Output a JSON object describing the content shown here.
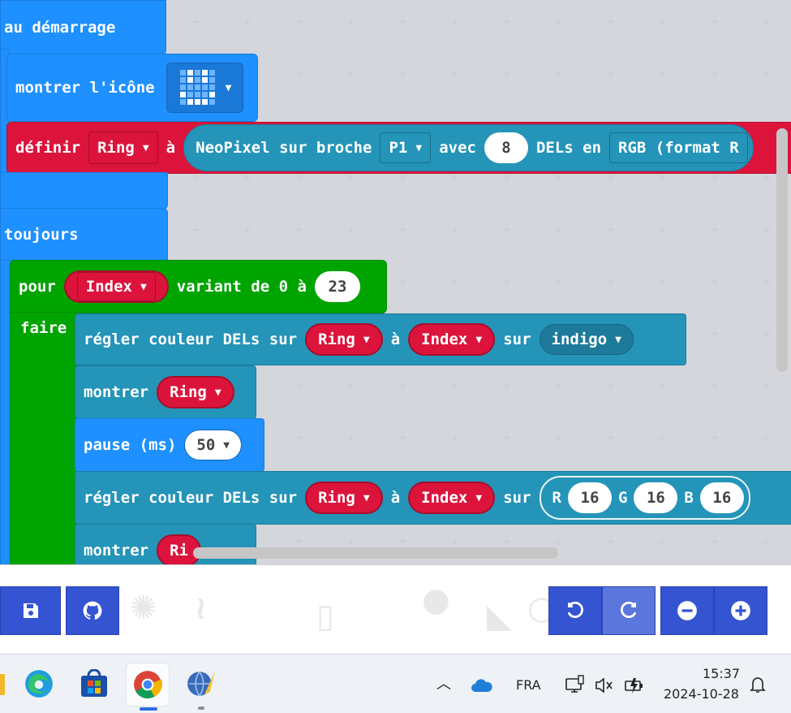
{
  "blocks": {
    "on_start": "au démarrage",
    "show_icon": "montrer l'icône",
    "set_label": "définir",
    "ring_var": "Ring",
    "a": "à",
    "neopixel": "NeoPixel sur broche",
    "pin": "P1",
    "with": "avec",
    "led_count": "8",
    "leds_in": "DELs en",
    "format": "RGB (format R",
    "forever": "toujours",
    "for": "pour",
    "index_var": "Index",
    "from": "variant de 0 à",
    "to_value": "23",
    "do": "faire",
    "set_pixel": "régler couleur DELs sur",
    "on": "sur",
    "color_indigo": "indigo",
    "show": "montrer",
    "pause": "pause (ms)",
    "pause_value": "50",
    "r_label": "R",
    "r_value": "16",
    "g_label": "G",
    "g_value": "16",
    "b_label": "B",
    "b_value": "16",
    "show_partial": "Ri"
  },
  "toolbar": {
    "save_icon": "save-icon",
    "github_icon": "github-icon",
    "undo_icon": "undo-icon",
    "redo_icon": "redo-icon",
    "zoom_out_icon": "zoom-out-icon",
    "zoom_in_icon": "zoom-in-icon"
  },
  "taskbar": {
    "language": "FRA",
    "time": "15:37",
    "date": "2024-10-28"
  },
  "colors": {
    "event_blue": "#1e90ff",
    "variable_red": "#dc143c",
    "neopixel_teal": "#2494b8",
    "loop_green": "#00a400",
    "toolbar_blue": "#3454d1"
  }
}
